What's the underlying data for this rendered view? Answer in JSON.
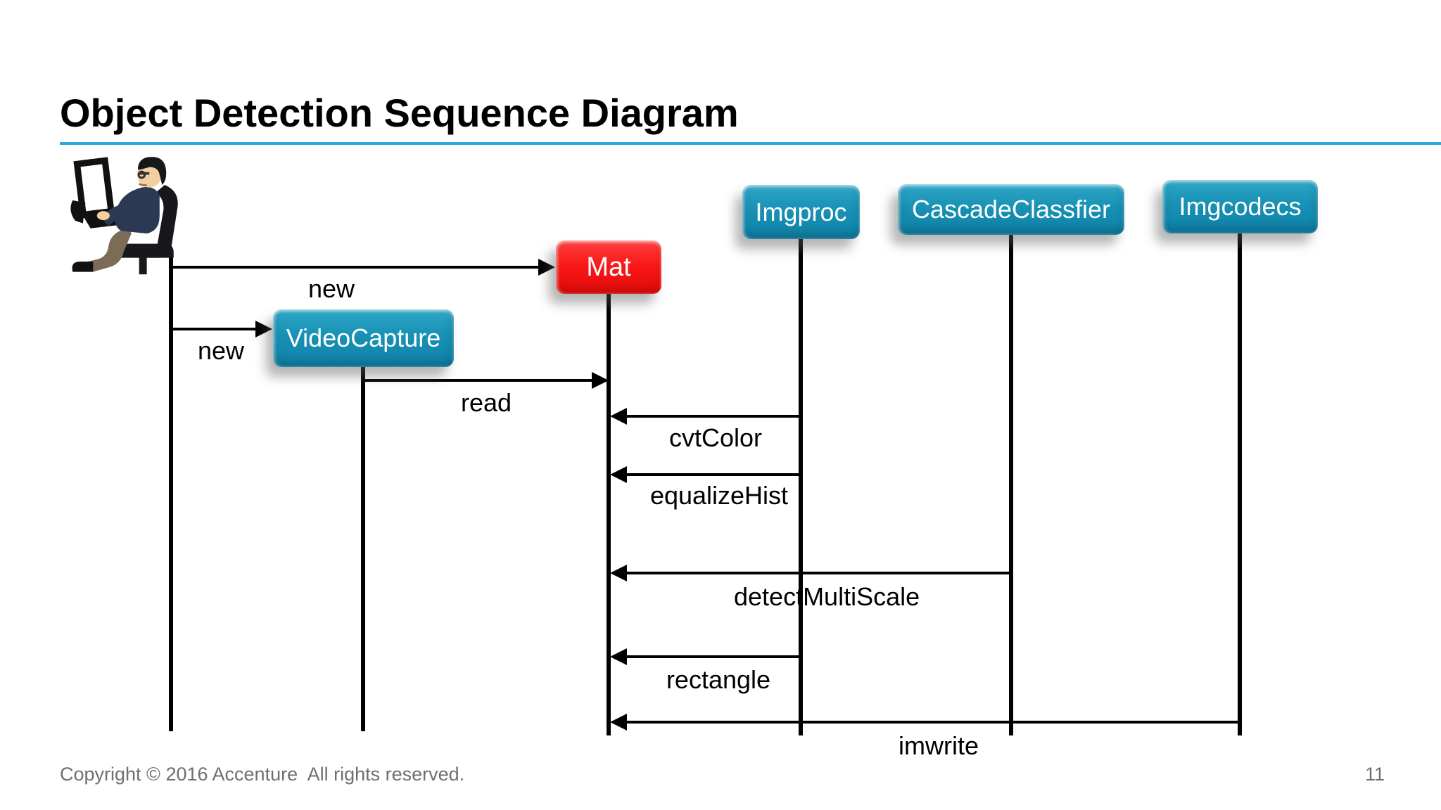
{
  "slide": {
    "title": "Object Detection Sequence Diagram",
    "footer_copyright": "Copyright © 2016 Accenture  All rights reserved.",
    "page_number": "11"
  },
  "diagram": {
    "actor": {
      "icon": "person-at-computer-clipart"
    },
    "participants": [
      {
        "label": "VideoCapture",
        "color": "#1791b5"
      },
      {
        "label": "Mat",
        "color": "#f91616"
      },
      {
        "label": "Imgproc",
        "color": "#1791b5"
      },
      {
        "label": "CascadeClassfier",
        "color": "#1791b5"
      },
      {
        "label": "Imgcodecs",
        "color": "#1791b5"
      }
    ],
    "messages": [
      {
        "label": "new",
        "from": "actor",
        "to": "Mat"
      },
      {
        "label": "new",
        "from": "actor",
        "to": "VideoCapture"
      },
      {
        "label": "read",
        "from": "VideoCapture",
        "to": "Mat"
      },
      {
        "label": "cvtColor",
        "from": "Imgproc",
        "to": "Mat"
      },
      {
        "label": "equalizeHist",
        "from": "Imgproc",
        "to": "Mat"
      },
      {
        "label": "detectMultiScale",
        "from": "CascadeClassfier",
        "to": "Mat"
      },
      {
        "label": "rectangle",
        "from": "Imgproc",
        "to": "Mat"
      },
      {
        "label": "imwrite",
        "from": "Imgcodecs",
        "to": "Mat"
      }
    ],
    "colors": {
      "box_teal": "#1791b5",
      "box_red": "#f91616",
      "title_rule_blue": "#2da7db",
      "lifeline_black": "#000000",
      "footer_gray": "#6f6f6f"
    }
  }
}
